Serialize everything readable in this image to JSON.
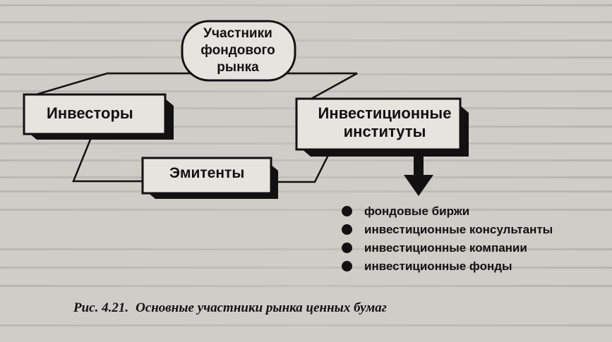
{
  "diagram": {
    "center": {
      "lines": [
        "Участники",
        "фондового",
        "рынка"
      ]
    },
    "investors": "Инвесторы",
    "institutions": {
      "lines": [
        "Инвестиционные",
        "институты"
      ]
    },
    "issuers": "Эмитенты",
    "institution_types": [
      "фондовые биржи",
      "инвестиционные консультанты",
      "инвестиционные компании",
      "инвестиционные фонды"
    ]
  },
  "caption": {
    "number": "Рис. 4.21.",
    "text": "Основные участники рынка ценных бумаг"
  },
  "colors": {
    "ink": "#111111",
    "paper": "#cfcdc8",
    "box": "#e6e4df"
  }
}
